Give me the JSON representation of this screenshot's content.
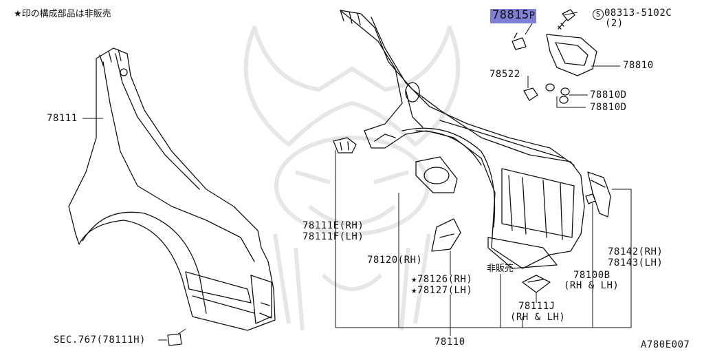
{
  "note": "★印の構成部品は非販売",
  "labels": {
    "p78815": "78815",
    "p78815_suffix": "P",
    "bolt_s": "S",
    "bolt_pn": "08313-5102C",
    "bolt_qty": "(2)",
    "p78810": "78810",
    "p78522": "78522",
    "p78810d_a": "78810D",
    "p78810d_b": "78810D",
    "p78111": "78111",
    "p78111e": "78111E(RH)",
    "p78111f": "78111F(LH)",
    "p78120": "78120(RH)",
    "p78126": "★78126(RH)",
    "p78127": "★78127(LH)",
    "not_sold": "非販売",
    "p78100b": "78100B",
    "p78100b_side": "(RH & LH)",
    "p78142": "78142(RH)",
    "p78143": "78143(LH)",
    "p78111j": "78111J",
    "p78111j_side": "(RH & LH)",
    "p78110": "78110",
    "sec767": "SEC.767(78111H)",
    "diagram_code": "A780E007"
  },
  "colors": {
    "highlight": "#7f7fd6",
    "line": "#111111",
    "watermark": "#e6e6e6"
  }
}
